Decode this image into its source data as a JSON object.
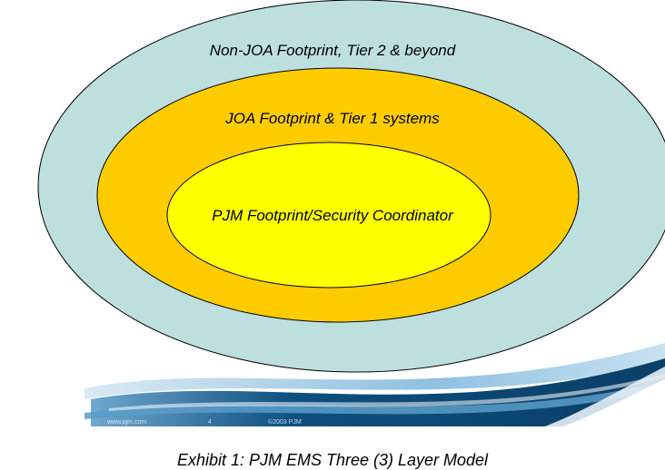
{
  "diagram": {
    "layers": [
      {
        "id": "outer",
        "label": "Non-JOA Footprint, Tier 2 & beyond",
        "color": "#bde0df"
      },
      {
        "id": "middle",
        "label": "JOA Footprint & Tier 1 systems",
        "color": "#ffcc00"
      },
      {
        "id": "inner",
        "label": "PJM Footprint/Security Coordinator",
        "color": "#ffff00"
      }
    ]
  },
  "footer": {
    "url": "www.pjm.com",
    "page_number": "4",
    "copyright": "©2003 PJM",
    "wave_colors": [
      "#0b4a78",
      "#3a86b8",
      "#a8cfe6"
    ]
  },
  "caption": "Exhibit 1: PJM EMS Three (3) Layer Model"
}
